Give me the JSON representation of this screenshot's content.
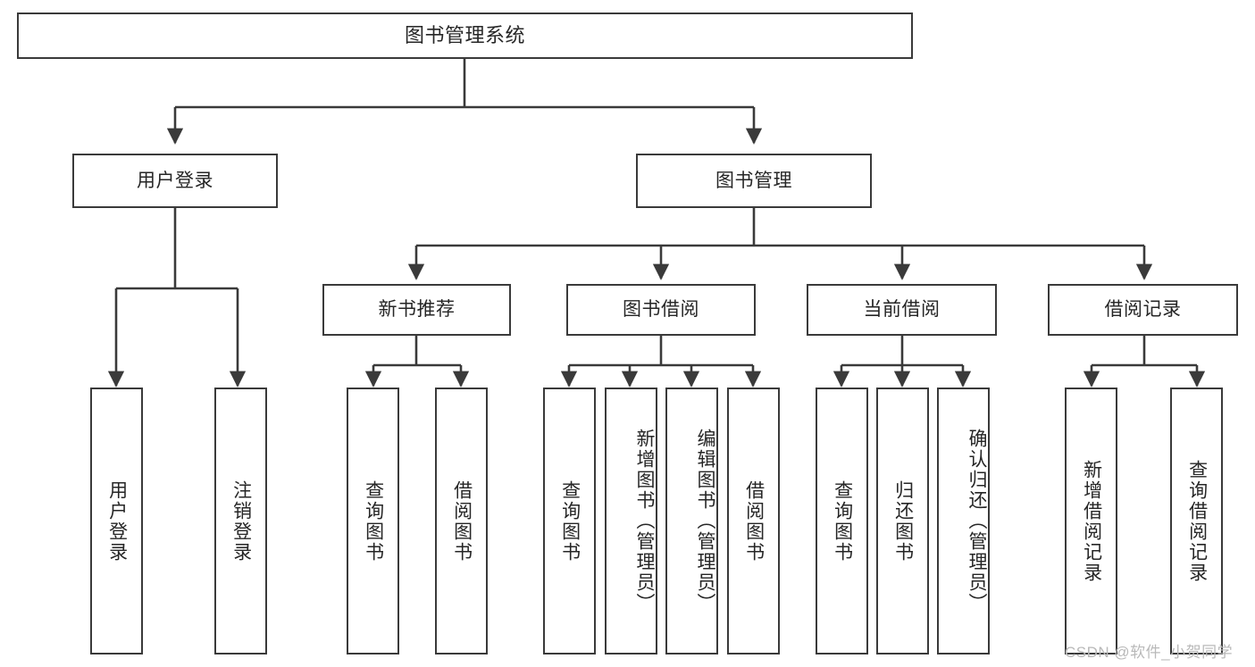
{
  "diagram": {
    "type": "tree-hierarchy",
    "title": "图书管理系统",
    "orientation": "top-down",
    "nodes": {
      "root": {
        "label": "图书管理系统",
        "level": 0,
        "text_direction": "horizontal"
      },
      "l1": [
        {
          "id": "user-login",
          "label": "用户登录",
          "level": 1,
          "text_direction": "horizontal"
        },
        {
          "id": "book-management",
          "label": "图书管理",
          "level": 1,
          "text_direction": "horizontal"
        }
      ],
      "l2": [
        {
          "id": "new-book-recommend",
          "label": "新书推荐",
          "level": 2,
          "text_direction": "horizontal"
        },
        {
          "id": "book-borrow",
          "label": "图书借阅",
          "level": 2,
          "text_direction": "horizontal"
        },
        {
          "id": "current-borrow",
          "label": "当前借阅",
          "level": 2,
          "text_direction": "horizontal"
        },
        {
          "id": "borrow-record",
          "label": "借阅记录",
          "level": 2,
          "text_direction": "horizontal"
        }
      ],
      "leaves": [
        {
          "id": "leaf-user-login",
          "label": "用户登录",
          "parent": "user-login",
          "align": "center"
        },
        {
          "id": "leaf-user-logout",
          "label": "注销登录",
          "parent": "user-login",
          "align": "center"
        },
        {
          "id": "leaf-query-book-1",
          "label": "查询图书",
          "parent": "new-book-recommend",
          "align": "center"
        },
        {
          "id": "leaf-borrow-book-1",
          "label": "借阅图书",
          "parent": "new-book-recommend",
          "align": "center"
        },
        {
          "id": "leaf-query-book-2",
          "label": "查询图书",
          "parent": "book-borrow",
          "align": "center"
        },
        {
          "id": "leaf-add-book",
          "label": "新增图书（管理员）",
          "parent": "book-borrow",
          "align": "top"
        },
        {
          "id": "leaf-edit-book",
          "label": "编辑图书（管理员）",
          "parent": "book-borrow",
          "align": "top"
        },
        {
          "id": "leaf-borrow-book-2",
          "label": "借阅图书",
          "parent": "book-borrow",
          "align": "center"
        },
        {
          "id": "leaf-query-book-3",
          "label": "查询图书",
          "parent": "current-borrow",
          "align": "center"
        },
        {
          "id": "leaf-return-book",
          "label": "归还图书",
          "parent": "current-borrow",
          "align": "center"
        },
        {
          "id": "leaf-confirm-return",
          "label": "确认归还（管理员）",
          "parent": "current-borrow",
          "align": "top"
        },
        {
          "id": "leaf-add-record",
          "label": "新增借阅记录",
          "parent": "borrow-record",
          "align": "center"
        },
        {
          "id": "leaf-query-record",
          "label": "查询借阅记录",
          "parent": "borrow-record",
          "align": "center"
        }
      ]
    },
    "colors": {
      "stroke": "#3a3a3a",
      "text": "#262626",
      "background": "#ffffff",
      "watermark": "#b9b9b9"
    }
  },
  "watermark": {
    "text": "CSDN @软件_小贺同学"
  }
}
